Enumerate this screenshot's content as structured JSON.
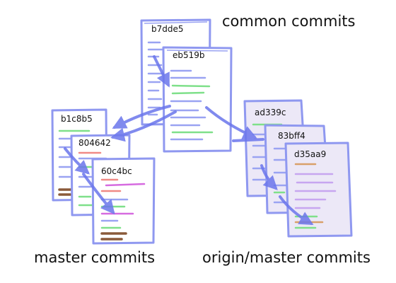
{
  "labels": {
    "common": "common commits",
    "master": "master commits",
    "origin": "origin/master commits"
  },
  "commits": {
    "b7dde5": "b7dde5",
    "eb519b": "eb519b",
    "b1c8b5": "b1c8b5",
    "804642": "804642",
    "60c4bc": "60c4bc",
    "ad339c": "ad339c",
    "83bff4": "83bff4",
    "d35aa9": "d35aa9"
  },
  "colors": {
    "outline": "#8f98f0",
    "arrow": "#6b76ec",
    "shaded_fill": "#ece8f7",
    "line_blue": "#9aa3f2",
    "line_green": "#7fe08a",
    "line_red": "#f08a86",
    "line_magenta": "#d66be0",
    "line_brown": "#8a5a3a",
    "line_orange": "#d9a06a",
    "line_lilac": "#c7a6f0"
  }
}
